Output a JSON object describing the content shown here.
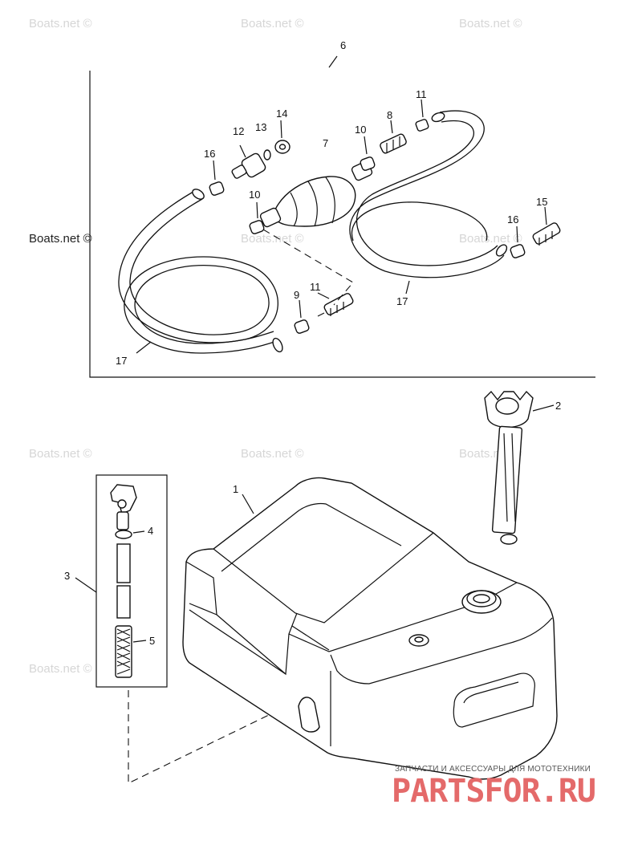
{
  "callouts": {
    "c1": "1",
    "c2": "2",
    "c3": "3",
    "c4": "4",
    "c5": "5",
    "c6": "6",
    "c7": "7",
    "c8": "8",
    "c9": "9",
    "c10a": "10",
    "c10b": "10",
    "c11a": "11",
    "c11b": "11",
    "c12": "12",
    "c13": "13",
    "c14": "14",
    "c15": "15",
    "c16a": "16",
    "c16b": "16",
    "c17a": "17",
    "c17b": "17"
  },
  "watermarks": {
    "boats_net": "Boats.net ©"
  },
  "brand": {
    "tagline": "ЗАПЧАСТИ И АКСЕССУАРЫ ДЛЯ МОТОТЕХНИКИ",
    "logo": "PARTSFOR.RU"
  },
  "colors": {
    "line": "#111111",
    "watermark": "#d6d6d6",
    "brand_logo": "#e46a6a"
  }
}
